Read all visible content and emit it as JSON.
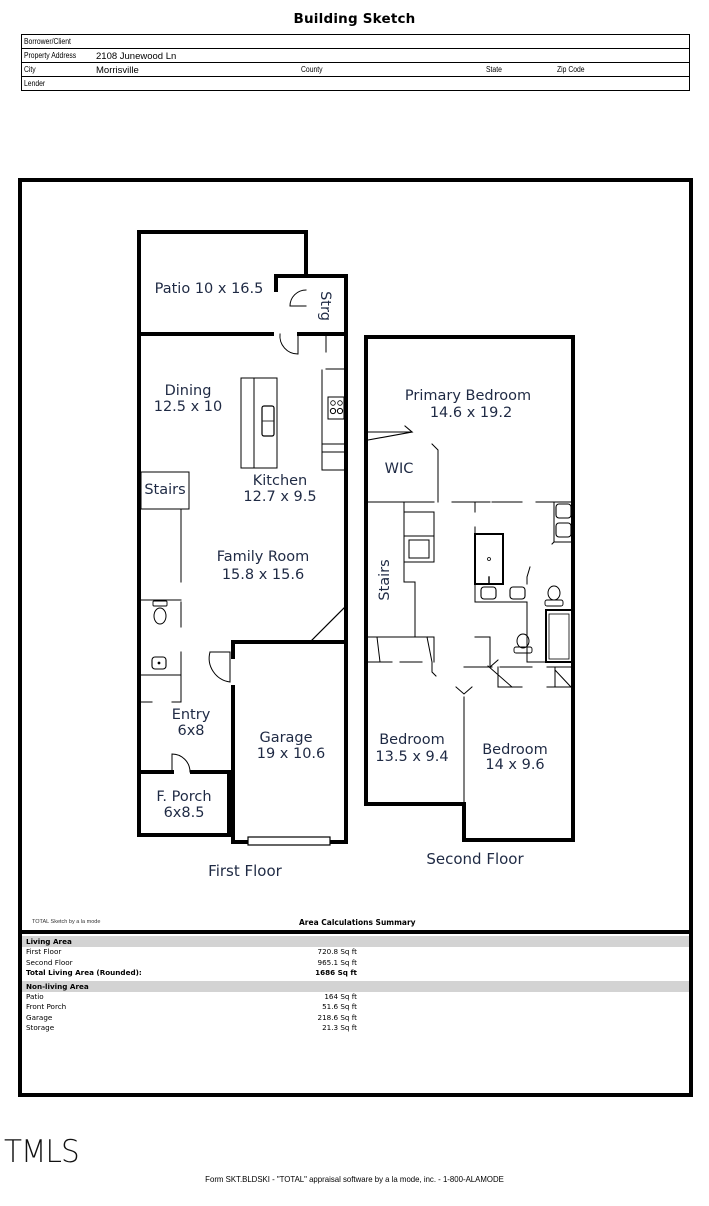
{
  "title": "Building Sketch",
  "header": {
    "borrower_label": "Borrower/Client",
    "borrower_value": "",
    "address_label": "Property Address",
    "address_value": "2108 Junewood Ln",
    "city_label": "City",
    "city_value": "Morrisville",
    "county_label": "County",
    "state_label": "State",
    "zip_label": "Zip Code",
    "lender_label": "Lender"
  },
  "sketch": {
    "first_floor": {
      "label": "First Floor",
      "rooms": [
        {
          "name": "Patio",
          "dims": "10 x 16.5",
          "text": "Patio 10 x 16.5"
        },
        {
          "name": "Strg",
          "text": "Strg"
        },
        {
          "name": "Dining",
          "dims": "12.5 x 10"
        },
        {
          "name": "Kitchen",
          "dims": "12.7 x 9.5"
        },
        {
          "name": "Stairs",
          "text": "Stairs"
        },
        {
          "name": "Family Room",
          "dims": "15.8 x 15.6"
        },
        {
          "name": "Entry",
          "dims": "6x8"
        },
        {
          "name": "Garage",
          "dims": "19 x 10.6"
        },
        {
          "name": "F. Porch",
          "dims": "6x8.5"
        }
      ]
    },
    "second_floor": {
      "label": "Second Floor",
      "rooms": [
        {
          "name": "Primary Bedroom",
          "dims": "14.6 x 19.2"
        },
        {
          "name": "WIC",
          "text": "WIC"
        },
        {
          "name": "Stairs",
          "text": "Stairs"
        },
        {
          "name": "Bedroom",
          "dims": "13.5 x 9.4"
        },
        {
          "name": "Bedroom",
          "dims": "14 x 9.6"
        }
      ]
    },
    "credit": "TOTAL Sketch by a la mode"
  },
  "summary": {
    "title": "Area Calculations Summary",
    "living_area": {
      "heading": "Living Area",
      "rows": [
        {
          "label": "First Floor",
          "value": "720.8 Sq ft"
        },
        {
          "label": "Second Floor",
          "value": "965.1 Sq ft"
        }
      ],
      "total_label": "Total Living Area (Rounded):",
      "total_value": "1686 Sq ft"
    },
    "non_living_area": {
      "heading": "Non-living Area",
      "rows": [
        {
          "label": "Patio",
          "value": "164 Sq ft"
        },
        {
          "label": "Front Porch",
          "value": "51.6 Sq ft"
        },
        {
          "label": "Garage",
          "value": "218.6 Sq ft"
        },
        {
          "label": "Storage",
          "value": "21.3 Sq ft"
        }
      ]
    }
  },
  "logo": "TMLS",
  "footer": "Form SKT.BLDSKI - \"TOTAL\" appraisal software by a la mode, inc. - 1-800-ALAMODE",
  "colors": {
    "label_text": "#1f2a44",
    "section_bg": "#d3d3d3",
    "wall": "#000000"
  }
}
